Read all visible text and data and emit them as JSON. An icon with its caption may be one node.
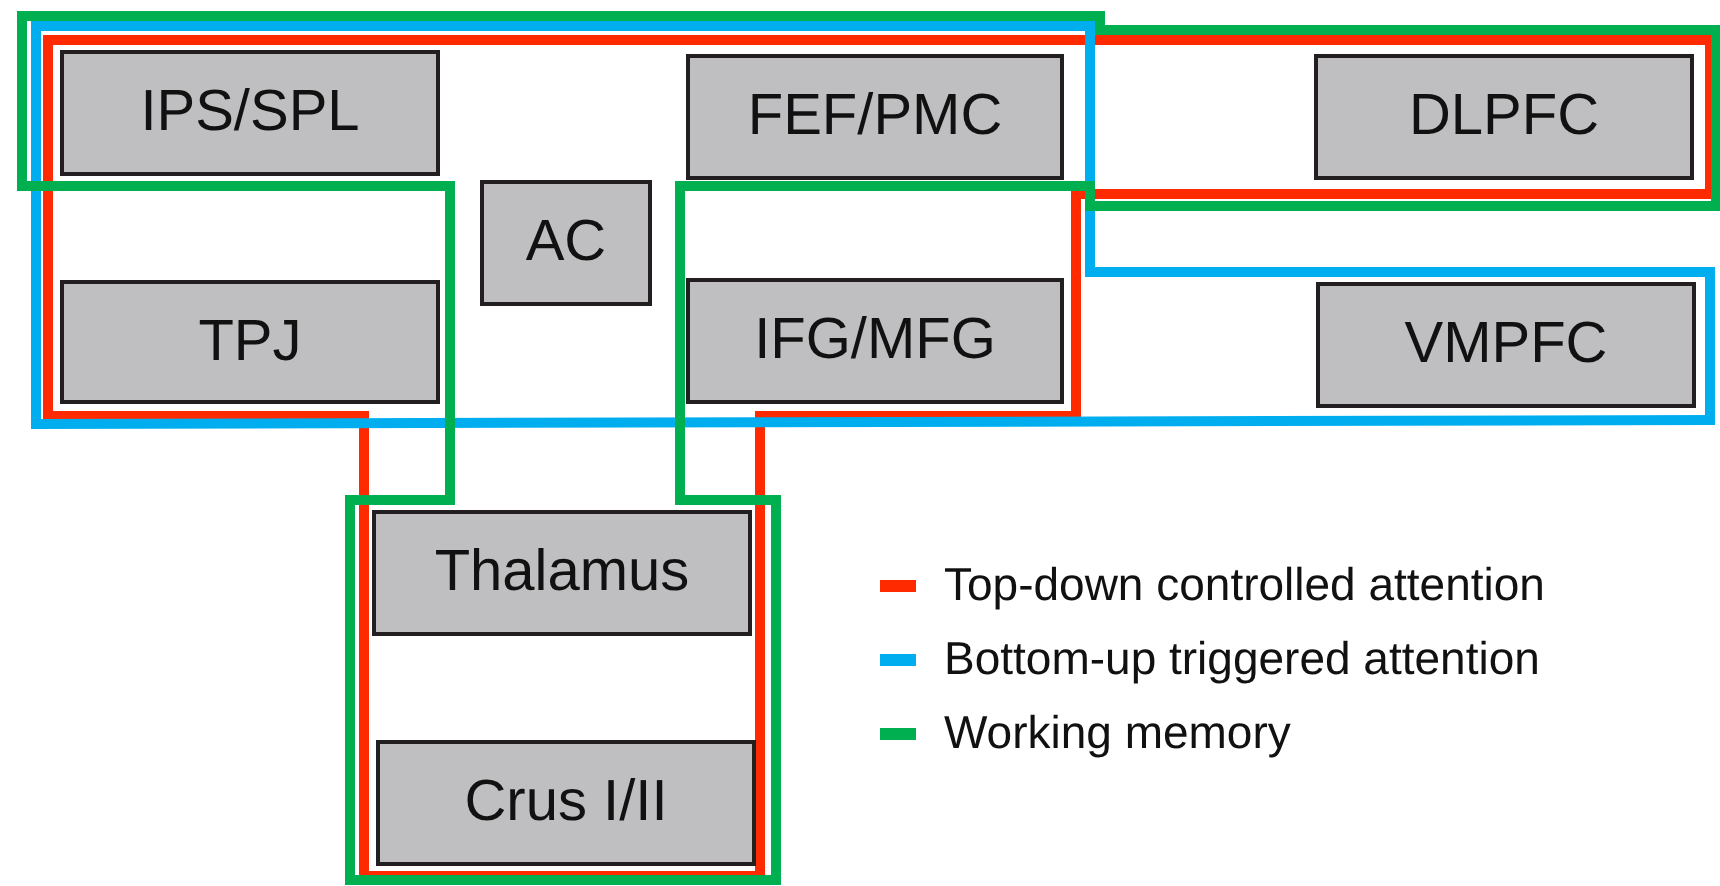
{
  "diagram": {
    "nodes": [
      {
        "text": [
          "IPS/SPL"
        ]
      },
      {
        "text": [
          "FEF/PMC"
        ]
      },
      {
        "text": [
          "DLPFC"
        ]
      },
      {
        "text": [
          "AC"
        ]
      },
      {
        "text": [
          "TPJ"
        ]
      },
      {
        "text": [
          "IFG/MFG"
        ]
      },
      {
        "text": [
          "VMPFC"
        ]
      },
      {
        "text": [
          "Thalamus"
        ]
      },
      {
        "text": [
          "Crus I/II"
        ]
      }
    ],
    "legend": [
      {
        "text": "Top-down controlled attention",
        "color": "#ff2a00"
      },
      {
        "text": "Bottom-up triggered attention",
        "color": "#00aeef"
      },
      {
        "text": "Working memory",
        "color": "#00b050"
      }
    ]
  }
}
